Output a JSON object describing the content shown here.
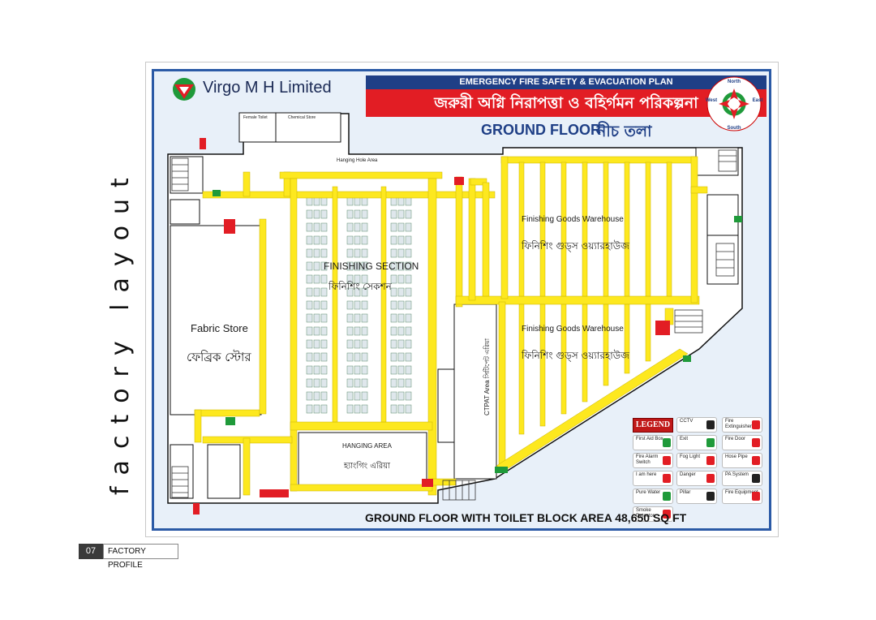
{
  "side_title": "factory layout",
  "company": {
    "name": "Virgo M H Limited"
  },
  "plan_title": {
    "english": "EMERGENCY FIRE SAFETY & EVACUATION PLAN",
    "bangla": "জরুরী অগ্নি নিরাপত্তা ও বহির্গমন পরিকল্পনা"
  },
  "floor": {
    "english": "GROUND FLOOR",
    "bangla": "নীচ তলা"
  },
  "compass": {
    "north": "North",
    "south": "South",
    "east": "East",
    "west": "West"
  },
  "areas": {
    "fabric_store": {
      "en": "Fabric Store",
      "bn": "ফেব্রিক স্টোর"
    },
    "finishing_section": {
      "en": "FINISHING SECTION",
      "bn": "ফিনিশিং সেকশন"
    },
    "hanging_area": {
      "en": "HANGING AREA",
      "bn": "হ্যাংগিং এরিয়া"
    },
    "warehouse_top": {
      "en": "Finishing Goods Warehouse",
      "bn": "ফিনিশিং গুড্‌স ওয়্যারহাউজ"
    },
    "warehouse_bottom": {
      "en": "Finishing Goods Warehouse",
      "bn": "ফিনিশিং গুড্‌স ওয়্যারহাউজ"
    },
    "ctpat": {
      "en": "CTPAT Area সিটিপেট এরিয়া"
    },
    "hanging_hole": "Hanging Hole Area",
    "female_toilet": "Female Toilet",
    "chemical_store": "Chemical Store"
  },
  "legend": {
    "title": "LEGEND",
    "items": [
      {
        "label": "CCTV",
        "color": "#222222"
      },
      {
        "label": "Fire Extinguisher",
        "color": "#e21d24"
      },
      {
        "label": "First Aid Box",
        "color": "#1f9a3a"
      },
      {
        "label": "Exit",
        "color": "#1f9a3a"
      },
      {
        "label": "Fire Door",
        "color": "#e21d24"
      },
      {
        "label": "Fire Alarm Switch",
        "color": "#e21d24"
      },
      {
        "label": "Fog Light",
        "color": "#e21d24"
      },
      {
        "label": "Hose Pipe",
        "color": "#e21d24"
      },
      {
        "label": "I am here",
        "color": "#e21d24"
      },
      {
        "label": "Danger",
        "color": "#e21d24"
      },
      {
        "label": "PA System",
        "color": "#222222"
      },
      {
        "label": "Pure Water",
        "color": "#1f9a3a"
      },
      {
        "label": "Pillar",
        "color": "#222222"
      },
      {
        "label": "Fire Equipment",
        "color": "#e21d24"
      },
      {
        "label": "Smoke Detector",
        "color": "#e21d24"
      }
    ]
  },
  "caption": "GROUND FLOOR WITH TOILET BLOCK AREA 48,650 SQ FT",
  "footer": {
    "page": "07",
    "label": "FACTORY PROFILE"
  },
  "colors": {
    "aisle": "#fde81f",
    "border": "#2b5aa6",
    "red": "#e21d24",
    "navy": "#1f3f86",
    "green": "#1f9a3a"
  }
}
